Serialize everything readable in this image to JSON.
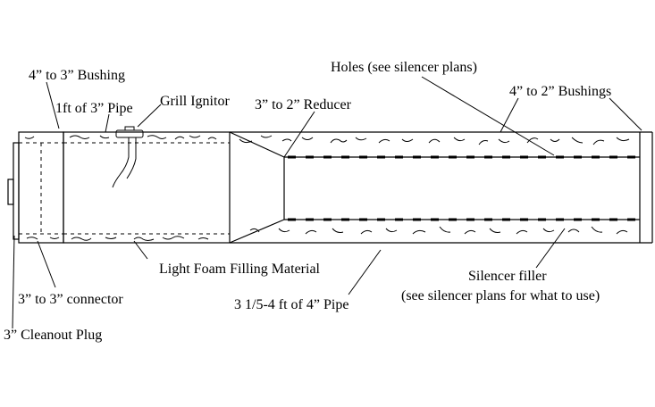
{
  "labels": {
    "bushing_4_3": "4” to 3” Bushing",
    "pipe_3": "1ft of 3” Pipe",
    "grill_ignitor": "Grill Ignitor",
    "reducer": "3” to 2” Reducer",
    "holes": "Holes (see silencer plans)",
    "bushings_4_2": "4” to 2” Bushings",
    "foam": "Light Foam Filling Material",
    "connector": "3” to 3” connector",
    "pipe_4": "3 1/5-4 ft of 4” Pipe",
    "cleanout": "3” Cleanout Plug",
    "silencer_filler": "Silencer filler",
    "silencer_filler_note": "(see silencer plans for what to use)"
  }
}
